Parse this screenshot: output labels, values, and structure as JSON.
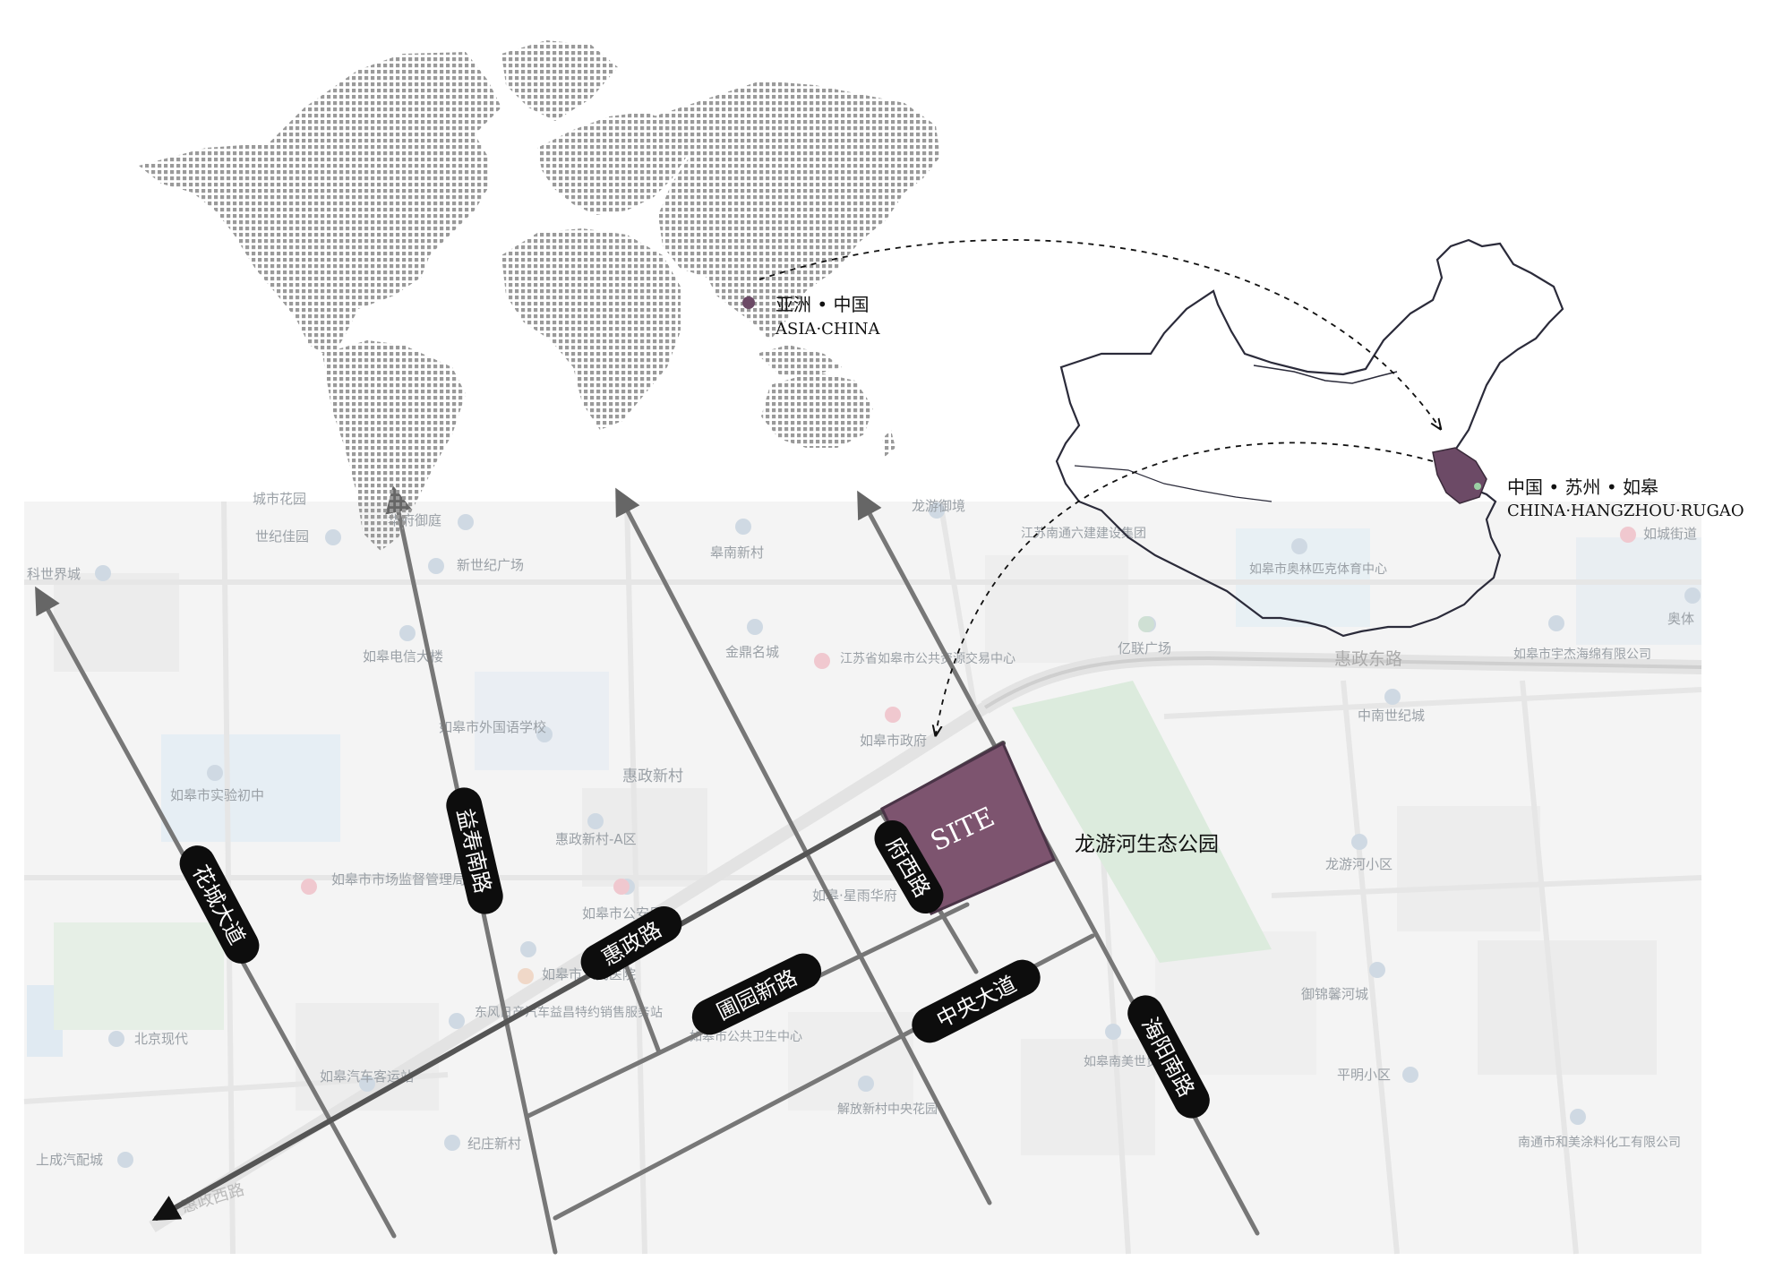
{
  "world_label": {
    "cn": "亚洲 • 中国",
    "en": "ASIA·CHINA"
  },
  "china_label": {
    "cn": "中国 • 苏州 • 如皋",
    "en": "CHINA·HANGZHOU·RUGAO"
  },
  "site_label": "SITE",
  "park_label": "龙游河生态公园",
  "road_labels": {
    "huacheng": "花城大道",
    "yishou": "益寿南路",
    "fuxi": "府西路",
    "huizheng": "惠政路",
    "puyuan": "圃园新路",
    "zhongyang": "中央大道",
    "haiyang": "海阳南路"
  },
  "street_names": {
    "huizheng_east": "惠政东路",
    "huizheng_west": "惠政西路"
  },
  "pois": [
    "城市花园",
    "华府御庭",
    "世纪佳园",
    "新世纪广场",
    "科世界城",
    "如皋电信大楼",
    "如皋市外国语学校",
    "如皋市实验初中",
    "惠政新村",
    "惠政新村-A区",
    "如皋市市场监督管理局",
    "如皋市公安局",
    "如皋市人民医院",
    "东风日产汽车益昌特约销售服务站",
    "北京现代",
    "如皋汽车客运站",
    "纪庄新村",
    "上成汽配城",
    "皋南新村",
    "金鼎名城",
    "江苏省如皋市公共资源交易中心",
    "如皋市政府",
    "如皋·星雨华府",
    "如皋市公共卫生中心",
    "解放新村中央花园",
    "龙游御境",
    "江苏南通六建建设集团",
    "亿联广场",
    "如皋市奥林匹克体育中心",
    "如城街道",
    "如皋市宇杰海绵有限公司",
    "中南世纪城",
    "龙游河小区",
    "御锦馨河城",
    "如皋南美世贸中心",
    "平明小区",
    "南通市和美涂料化工有限公司",
    "奥体"
  ],
  "colors": {
    "site": "#7d546f",
    "highlight": "#6c4a66",
    "park": "#dcebdd",
    "map_bg": "#f4f4f4",
    "road_dark": "#777777"
  }
}
